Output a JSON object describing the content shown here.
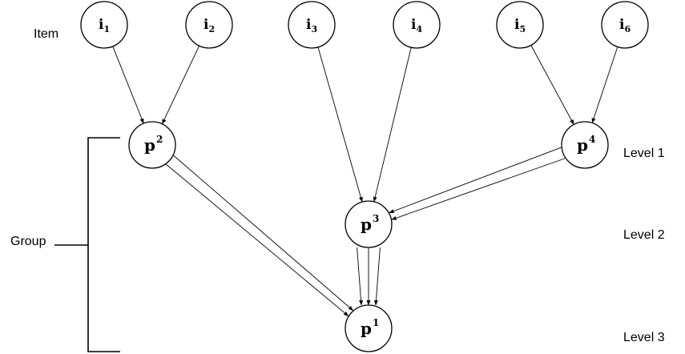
{
  "labels": {
    "item": "Item",
    "group": "Group",
    "level1": "Level 1",
    "level2": "Level 2",
    "level3": "Level 3"
  },
  "items": [
    {
      "id": "i1",
      "letter": "i",
      "sub": "1"
    },
    {
      "id": "i2",
      "letter": "i",
      "sub": "2"
    },
    {
      "id": "i3",
      "letter": "i",
      "sub": "3"
    },
    {
      "id": "i4",
      "letter": "i",
      "sub": "4"
    },
    {
      "id": "i5",
      "letter": "i",
      "sub": "5"
    },
    {
      "id": "i6",
      "letter": "i",
      "sub": "6"
    }
  ],
  "groups": [
    {
      "id": "p2",
      "letter": "p",
      "sup": "2"
    },
    {
      "id": "p4",
      "letter": "p",
      "sup": "4"
    },
    {
      "id": "p3",
      "letter": "p",
      "sup": "3"
    },
    {
      "id": "p1",
      "letter": "p",
      "sup": "1"
    }
  ],
  "edges": [
    {
      "from": "i1",
      "to": "p2"
    },
    {
      "from": "i2",
      "to": "p2"
    },
    {
      "from": "i3",
      "to": "p3"
    },
    {
      "from": "i4",
      "to": "p3"
    },
    {
      "from": "i5",
      "to": "p4"
    },
    {
      "from": "i6",
      "to": "p4"
    },
    {
      "from": "p4",
      "to": "p3",
      "count": 2
    },
    {
      "from": "p2",
      "to": "p1",
      "count": 2
    },
    {
      "from": "p3",
      "to": "p1",
      "count": 3
    }
  ]
}
